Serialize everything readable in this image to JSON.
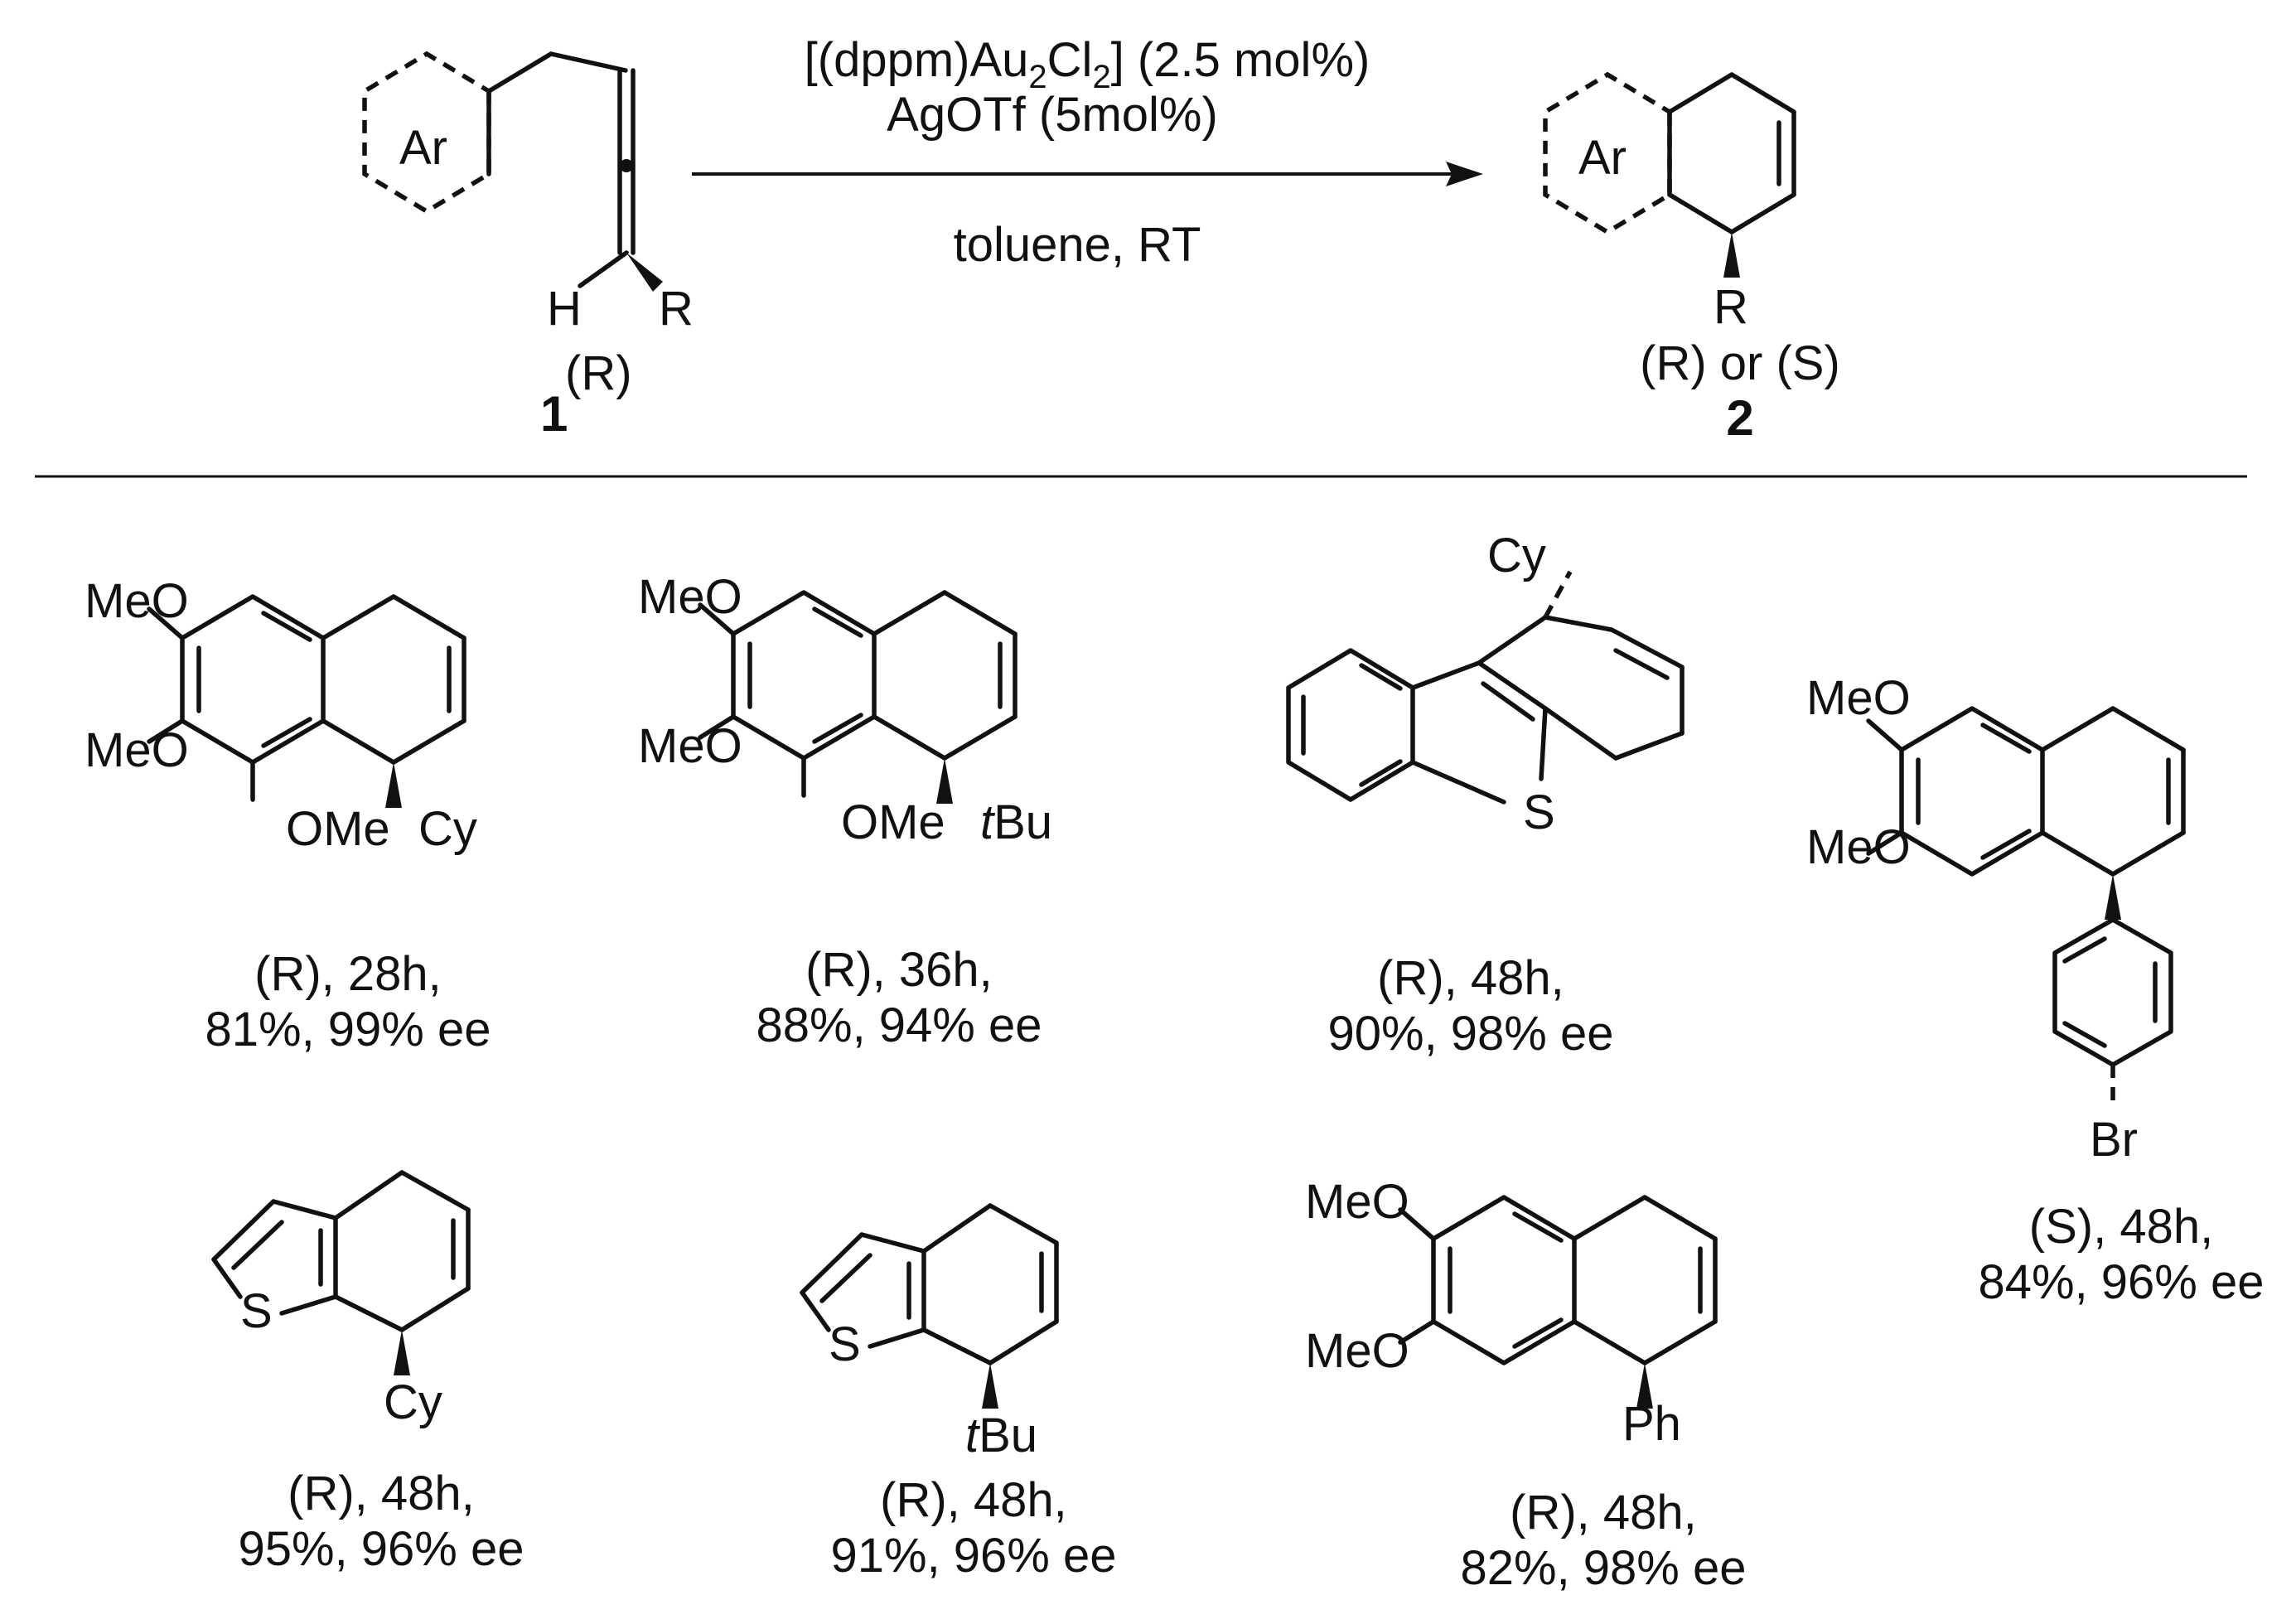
{
  "reaction": {
    "conditions": {
      "catalyst_pre": "[(dppm)Au",
      "catalyst_sub1": "2",
      "catalyst_mid": "Cl",
      "catalyst_sub2": "2",
      "catalyst_post": "] (2.5 mol%)",
      "cocatalyst": "AgOTf  (5mol%)",
      "solvent": "toluene, RT"
    },
    "substrate": {
      "ring_label": "Ar",
      "h_label": "H",
      "r_label": "R",
      "number": "1",
      "config": "(R)"
    },
    "product": {
      "ring_label": "Ar",
      "r_label": "R",
      "config": "(R) or (S)",
      "number": "2"
    }
  },
  "examples": [
    {
      "line1": "(R), 28h,",
      "line2": "81%, 99% ee",
      "labels": {
        "meo1": "MeO",
        "meo2": "MeO",
        "ome": "OMe",
        "r": "Cy"
      }
    },
    {
      "line1": "(R), 36h,",
      "line2": "88%, 94% ee",
      "labels": {
        "meo1": "MeO",
        "meo2": "MeO",
        "ome": "OMe",
        "r_italic": "t",
        "r": "Bu"
      }
    },
    {
      "line1": "(R), 48h,",
      "line2": "90%, 98% ee",
      "labels": {
        "r": "Cy",
        "s": "S"
      }
    },
    {
      "line1": "(S), 48h,",
      "line2": "84%, 96% ee",
      "labels": {
        "meo1": "MeO",
        "meo2": "MeO",
        "br": "Br"
      }
    },
    {
      "line1": "(R), 48h,",
      "line2": "95%, 96% ee",
      "labels": {
        "s": "S",
        "r": "Cy"
      }
    },
    {
      "line1": "(R), 48h,",
      "line2": "91%, 96% ee",
      "labels": {
        "s": "S",
        "r_italic": "t",
        "r": "Bu"
      }
    },
    {
      "line1": "(R), 48h,",
      "line2": "82%, 98% ee",
      "labels": {
        "meo1": "MeO",
        "meo2": "MeO",
        "r": "Ph"
      }
    }
  ]
}
